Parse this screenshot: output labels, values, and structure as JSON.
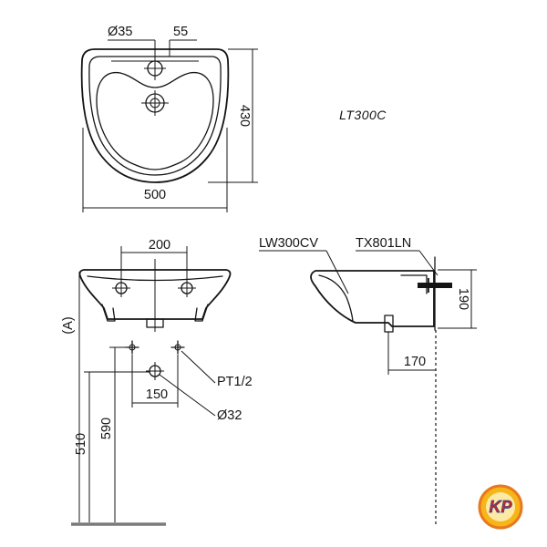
{
  "model": "LT300C",
  "top_view": {
    "tap_hole_diameter": "Ø35",
    "tap_hole_offset": "55",
    "depth": "430",
    "width": "500"
  },
  "front_view": {
    "hole_spacing": "200",
    "rim_height": "(A)",
    "inlet_thread": "PT1/2",
    "inlet_spacing": "150",
    "drain_diameter": "Ø32",
    "inlet_height": "590",
    "drain_height": "510"
  },
  "side_view": {
    "bracket_label": "LW300CV",
    "bolt_label": "TX801LN",
    "bracket_height": "190",
    "drain_offset": "170"
  },
  "logo": {
    "text": "KP",
    "colors": {
      "ring": "#e9781e",
      "fill": "#f6b518",
      "letters": "#d7261e",
      "outline": "#1e3f9a"
    }
  }
}
